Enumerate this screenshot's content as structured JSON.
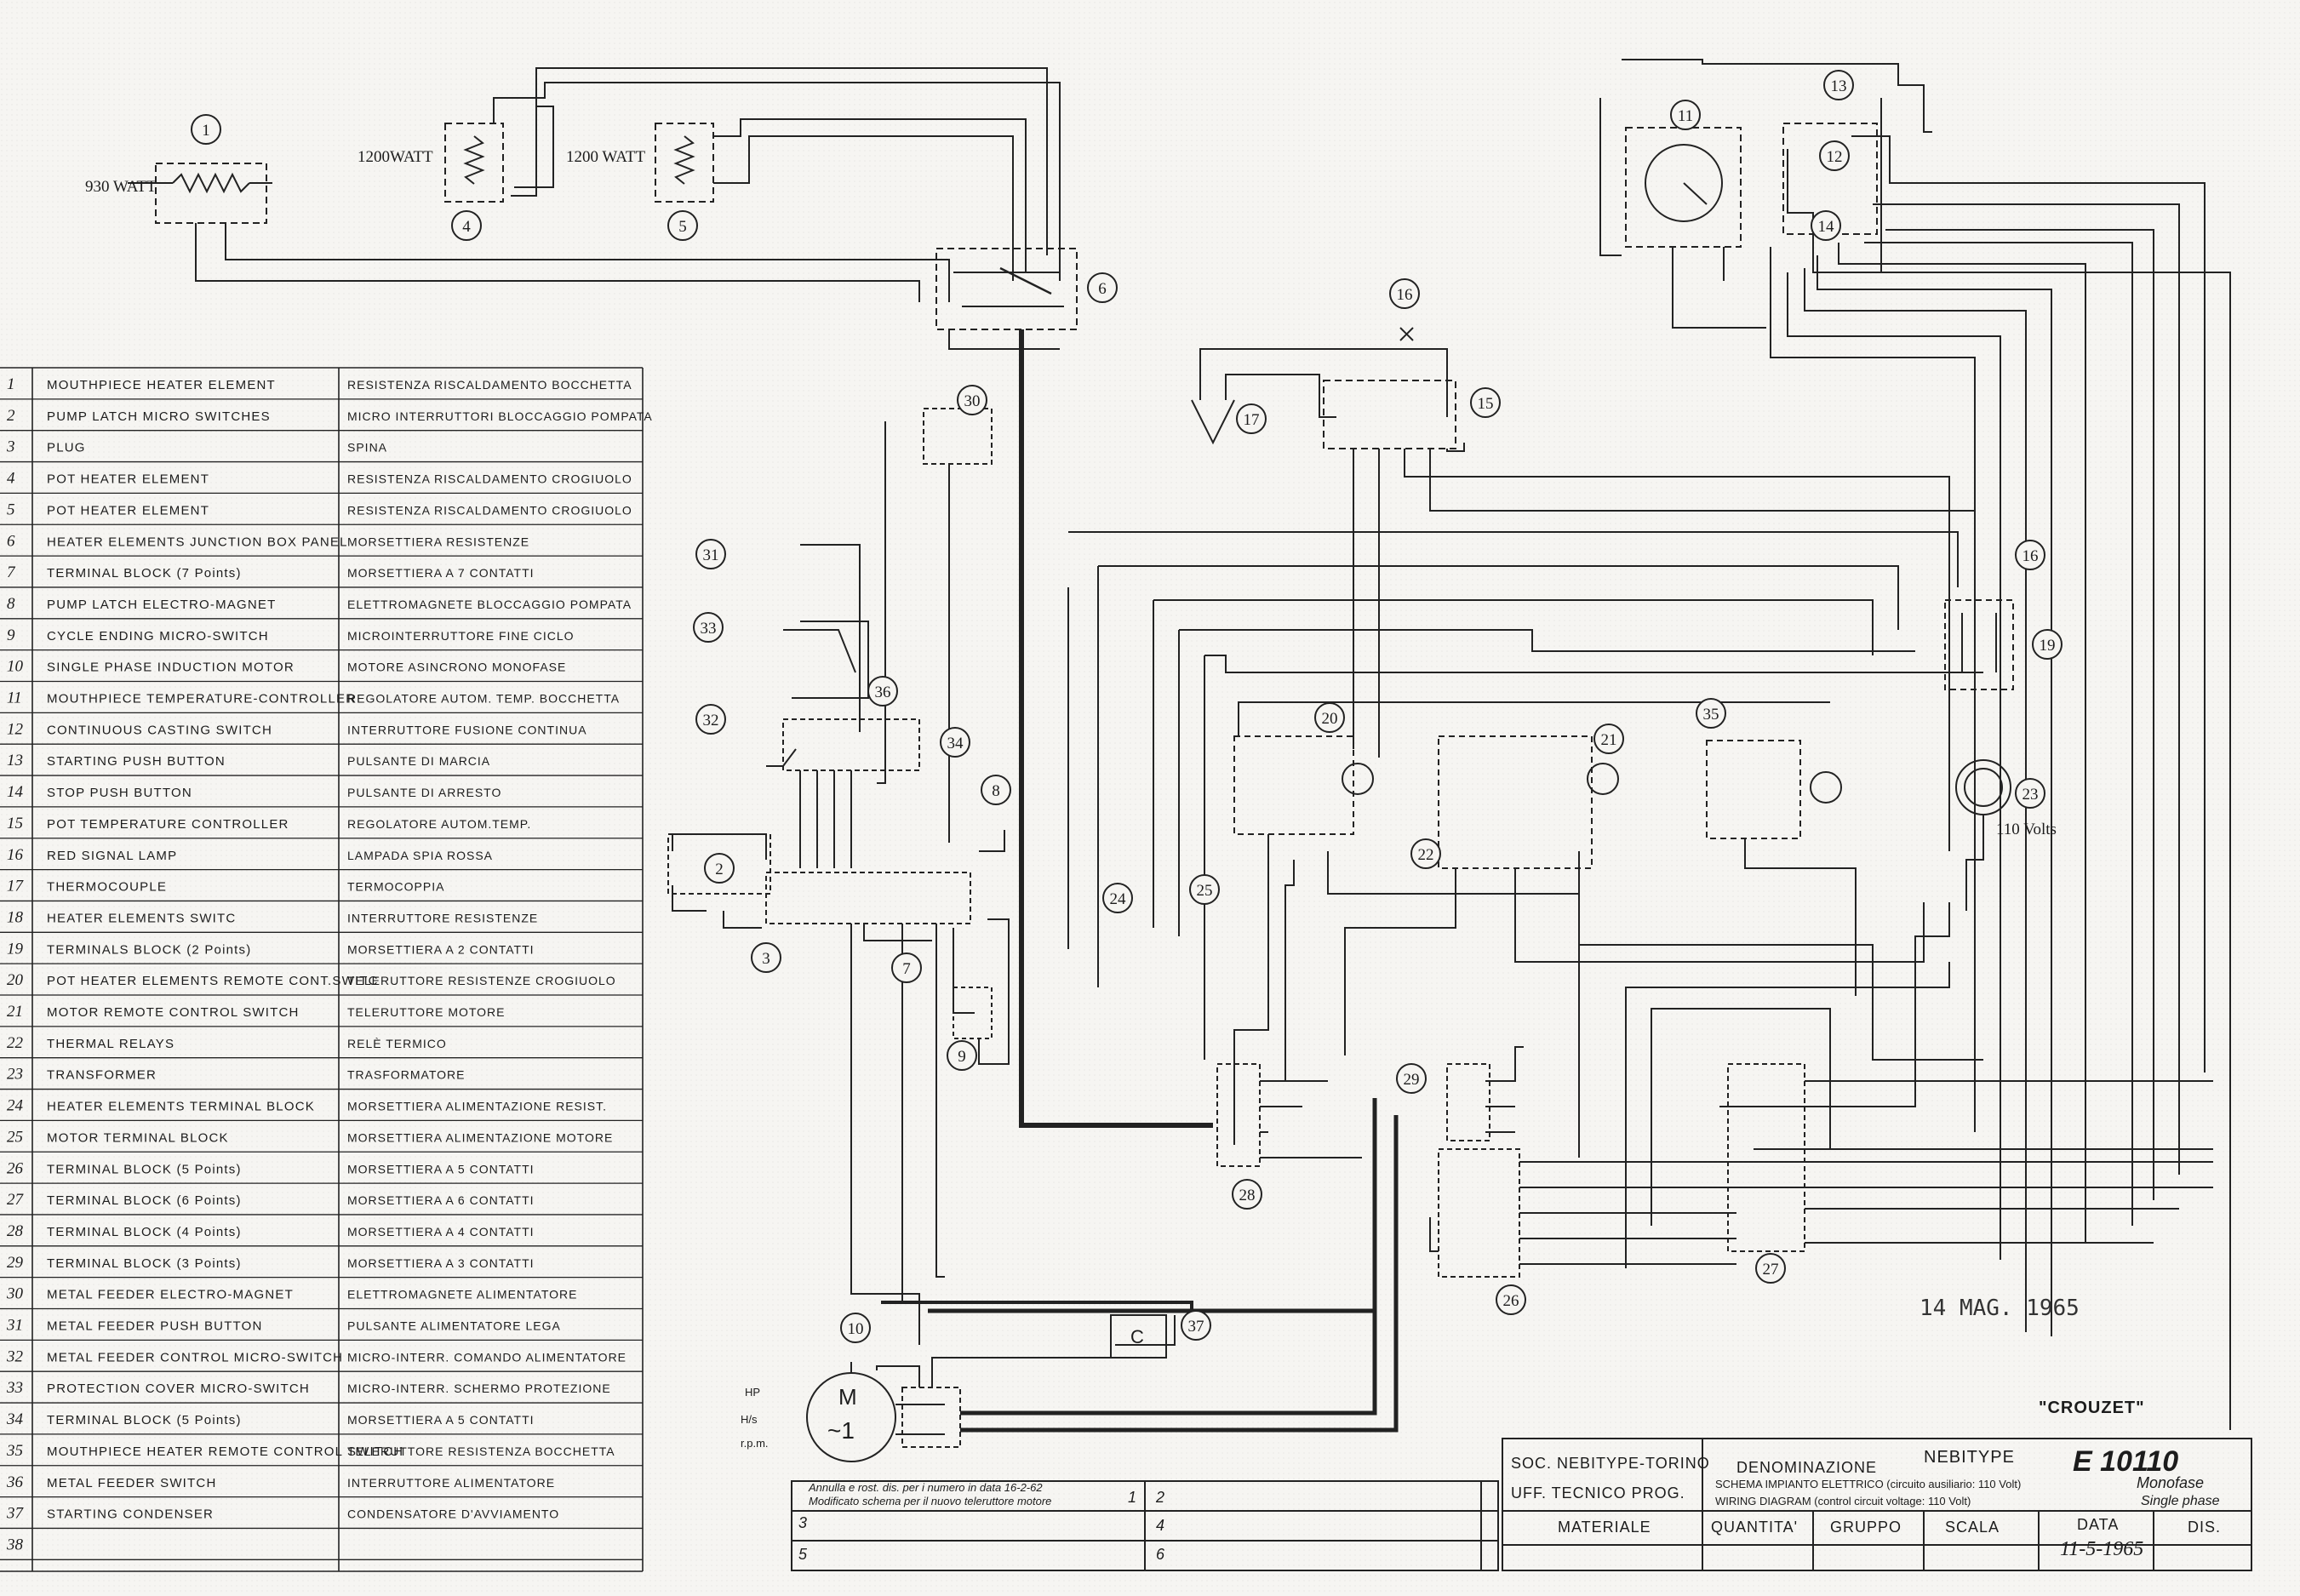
{
  "drawing": {
    "stamp_date": "14 MAG. 1965",
    "crouzet": "\"CROUZET\"",
    "power_labels": [
      "930 WATT",
      "1200WATT",
      "1200 WATT"
    ],
    "volts_label": "110 Volts",
    "motor_label": [
      "M",
      "~1"
    ],
    "contactor_label": "C",
    "side_labels": [
      "HP",
      "H/s",
      "r.p.m."
    ]
  },
  "components": [
    {
      "n": "1"
    },
    {
      "n": "2"
    },
    {
      "n": "3"
    },
    {
      "n": "4"
    },
    {
      "n": "5"
    },
    {
      "n": "6"
    },
    {
      "n": "7"
    },
    {
      "n": "8"
    },
    {
      "n": "9"
    },
    {
      "n": "10"
    },
    {
      "n": "11"
    },
    {
      "n": "12"
    },
    {
      "n": "13"
    },
    {
      "n": "14"
    },
    {
      "n": "15"
    },
    {
      "n": "16"
    },
    {
      "n": "16"
    },
    {
      "n": "17"
    },
    {
      "n": "19"
    },
    {
      "n": "20"
    },
    {
      "n": "21"
    },
    {
      "n": "22"
    },
    {
      "n": "23"
    },
    {
      "n": "24"
    },
    {
      "n": "25"
    },
    {
      "n": "26"
    },
    {
      "n": "27"
    },
    {
      "n": "28"
    },
    {
      "n": "29"
    },
    {
      "n": "30"
    },
    {
      "n": "31"
    },
    {
      "n": "32"
    },
    {
      "n": "33"
    },
    {
      "n": "34"
    },
    {
      "n": "35"
    },
    {
      "n": "36"
    },
    {
      "n": "37"
    }
  ],
  "legend": [
    {
      "num": "1",
      "en": "MOUTHPIECE HEATER ELEMENT",
      "it": "RESISTENZA RISCALDAMENTO BOCCHETTA"
    },
    {
      "num": "2",
      "en": "PUMP LATCH MICRO SWITCHES",
      "it": "MICRO INTERRUTTORI BLOCCAGGIO POMPATA"
    },
    {
      "num": "3",
      "en": "PLUG",
      "it": "SPINA"
    },
    {
      "num": "4",
      "en": "POT HEATER ELEMENT",
      "it": "RESISTENZA RISCALDAMENTO CROGIUOLO"
    },
    {
      "num": "5",
      "en": "POT HEATER ELEMENT",
      "it": "RESISTENZA RISCALDAMENTO CROGIUOLO"
    },
    {
      "num": "6",
      "en": "HEATER ELEMENTS JUNCTION BOX PANEL",
      "it": "MORSETTIERA RESISTENZE"
    },
    {
      "num": "7",
      "en": "TERMINAL BLOCK (7 Points)",
      "it": "MORSETTIERA A 7 CONTATTI"
    },
    {
      "num": "8",
      "en": "PUMP LATCH ELECTRO-MAGNET",
      "it": "ELETTROMAGNETE BLOCCAGGIO POMPATA"
    },
    {
      "num": "9",
      "en": "CYCLE ENDING MICRO-SWITCH",
      "it": "MICROINTERRUTTORE FINE CICLO"
    },
    {
      "num": "10",
      "en": "SINGLE PHASE INDUCTION MOTOR",
      "it": "MOTORE ASINCRONO MONOFASE"
    },
    {
      "num": "11",
      "en": "MOUTHPIECE TEMPERATURE-CONTROLLER",
      "it": "REGOLATORE AUTOM. TEMP. BOCCHETTA"
    },
    {
      "num": "12",
      "en": "CONTINUOUS CASTING SWITCH",
      "it": "INTERRUTTORE FUSIONE CONTINUA"
    },
    {
      "num": "13",
      "en": "STARTING PUSH BUTTON",
      "it": "PULSANTE DI MARCIA"
    },
    {
      "num": "14",
      "en": "STOP PUSH BUTTON",
      "it": "PULSANTE DI ARRESTO"
    },
    {
      "num": "15",
      "en": "POT TEMPERATURE CONTROLLER",
      "it": "REGOLATORE AUTOM.TEMP."
    },
    {
      "num": "16",
      "en": "RED SIGNAL LAMP",
      "it": "LAMPADA SPIA ROSSA"
    },
    {
      "num": "17",
      "en": "THERMOCOUPLE",
      "it": "TERMOCOPPIA"
    },
    {
      "num": "18",
      "en": "HEATER ELEMENTS SWITC",
      "it": "INTERRUTTORE RESISTENZE"
    },
    {
      "num": "19",
      "en": "TERMINALS BLOCK (2 Points)",
      "it": "MORSETTIERA A 2 CONTATTI"
    },
    {
      "num": "20",
      "en": "POT HEATER ELEMENTS REMOTE CONT.SWITC",
      "it": "TELERUTTORE RESISTENZE CROGIUOLO"
    },
    {
      "num": "21",
      "en": "MOTOR REMOTE CONTROL SWITCH",
      "it": "TELERUTTORE MOTORE"
    },
    {
      "num": "22",
      "en": "THERMAL RELAYS",
      "it": "RELÈ TERMICO"
    },
    {
      "num": "23",
      "en": "TRANSFORMER",
      "it": "TRASFORMATORE"
    },
    {
      "num": "24",
      "en": "HEATER ELEMENTS TERMINAL BLOCK",
      "it": "MORSETTIERA ALIMENTAZIONE RESIST."
    },
    {
      "num": "25",
      "en": "MOTOR TERMINAL BLOCK",
      "it": "MORSETTIERA ALIMENTAZIONE MOTORE"
    },
    {
      "num": "26",
      "en": "TERMINAL BLOCK (5 Points)",
      "it": "MORSETTIERA A 5 CONTATTI"
    },
    {
      "num": "27",
      "en": "TERMINAL BLOCK (6 Points)",
      "it": "MORSETTIERA A 6 CONTATTI"
    },
    {
      "num": "28",
      "en": "TERMINAL BLOCK (4 Points)",
      "it": "MORSETTIERA A 4 CONTATTI"
    },
    {
      "num": "29",
      "en": "TERMINAL BLOCK (3 Points)",
      "it": "MORSETTIERA A 3 CONTATTI"
    },
    {
      "num": "30",
      "en": "METAL FEEDER ELECTRO-MAGNET",
      "it": "ELETTROMAGNETE ALIMENTATORE"
    },
    {
      "num": "31",
      "en": "METAL FEEDER PUSH BUTTON",
      "it": "PULSANTE ALIMENTATORE LEGA"
    },
    {
      "num": "32",
      "en": "METAL FEEDER CONTROL MICRO-SWITCH",
      "it": "MICRO-INTERR. COMANDO ALIMENTATORE"
    },
    {
      "num": "33",
      "en": "PROTECTION COVER MICRO-SWITCH",
      "it": "MICRO-INTERR. SCHERMO PROTEZIONE"
    },
    {
      "num": "34",
      "en": "TERMINAL BLOCK (5 Points)",
      "it": "MORSETTIERA A 5 CONTATTI"
    },
    {
      "num": "35",
      "en": "MOUTHPIECE HEATER REMOTE CONTROL SWITCH",
      "it": "TELERUTTORE RESISTENZA BOCCHETTA"
    },
    {
      "num": "36",
      "en": "METAL FEEDER SWITCH",
      "it": "INTERRUTTORE ALIMENTATORE"
    },
    {
      "num": "37",
      "en": "STARTING CONDENSER",
      "it": "CONDENSATORE D'AVVIAMENTO"
    },
    {
      "num": "38",
      "en": "",
      "it": ""
    }
  ],
  "revision": {
    "line1": "Annulla e rost. dis. per i numero in data 16-2-62",
    "line2": "Modificato schema per il nuovo teleruttore motore",
    "rows": [
      "1",
      "2",
      "3",
      "4",
      "5",
      "6"
    ]
  },
  "title_block": {
    "company": "SOC. NEBITYPE-TORINO",
    "office": "UFF. TECNICO PROG.",
    "denominazione_label": "DENOMINAZIONE",
    "product": "NEBITYPE",
    "drawing_no": "E 10110",
    "it_desc": "SCHEMA IMPIANTO ELETTRICO (circuito ausiliario: 110 Volt)",
    "it_phase": "Monofase",
    "en_desc": "WIRING DIAGRAM (control circuit voltage: 110 Volt)",
    "en_phase": "Single phase",
    "materiale": "MATERIALE",
    "quantita": "QUANTITA'",
    "gruppo": "GRUPPO",
    "scala": "SCALA",
    "data_label": "DATA",
    "data_value": "11-5-1965",
    "dis_label": "DIS."
  }
}
